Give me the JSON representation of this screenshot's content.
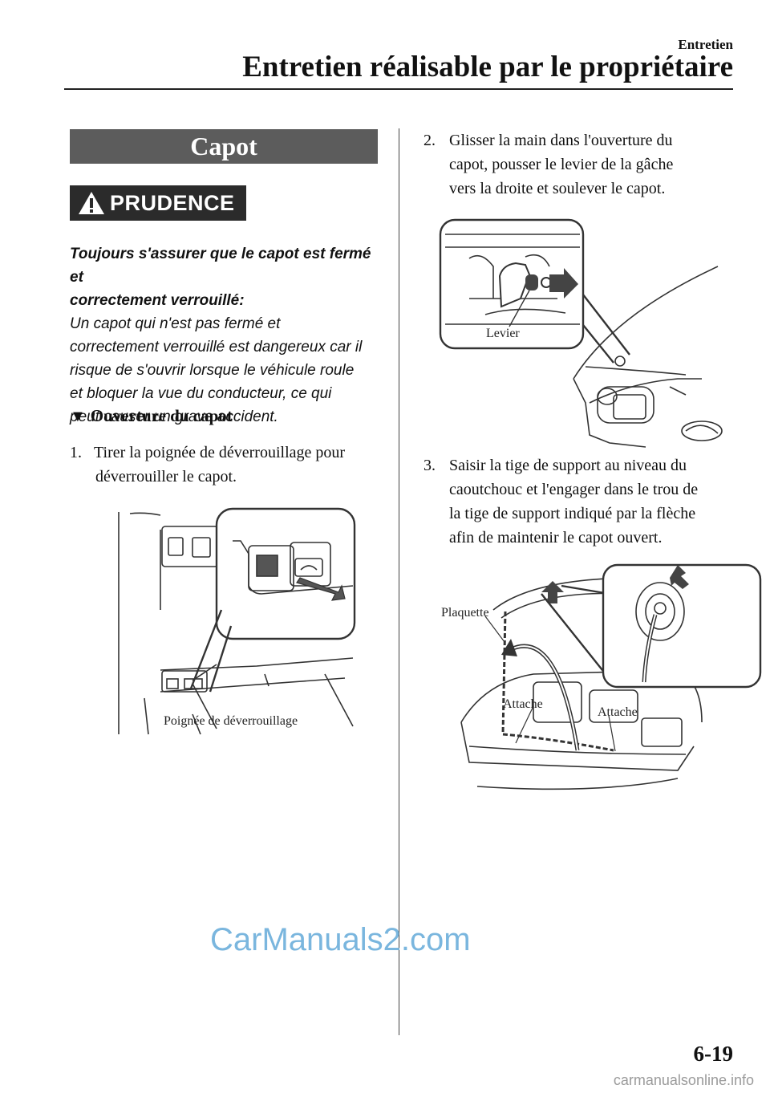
{
  "header": {
    "chapter": "Entretien",
    "title": "Entretien réalisable par le propriétaire"
  },
  "section": {
    "title": "Capot"
  },
  "warning": {
    "label": "PRUDENCE",
    "bold_line1": "Toujours s'assurer que le capot est fermé et",
    "bold_line2": "correctement verrouillé:",
    "line3": "Un capot qui n'est pas fermé et",
    "line4": "correctement verrouillé est dangereux car il",
    "line5": "risque de s'ouvrir lorsque le véhicule roule",
    "line6": "et bloquer la vue du conducteur, ce qui",
    "line7": "peut causer un grave accident."
  },
  "subheading": {
    "marker": "▼",
    "text": "Ouverture du capot"
  },
  "steps": [
    {
      "num": "1.",
      "line1": "Tirer la poignée de déverrouillage pour",
      "line2": "déverrouiller le capot."
    },
    {
      "num": "2.",
      "line1": "Glisser la main dans l'ouverture du",
      "line2": "capot, pousser le levier de la gâche",
      "line3": "vers la droite et soulever le capot."
    },
    {
      "num": "3.",
      "line1": "Saisir la tige de support au niveau du",
      "line2": "caoutchouc et l'engager dans le trou de",
      "line3": "la tige de support indiqué par la flèche",
      "line4": "afin de maintenir le capot ouvert."
    }
  ],
  "figures": {
    "release_handle_label": "Poignée de déverrouillage",
    "lever_label": "Levier",
    "plate_label": "Plaquette",
    "clip_label_1": "Attache",
    "clip_label_2": "Attache"
  },
  "page_number": "6-19",
  "watermark": "CarManuals2.com",
  "footer_site": "carmanualsonline.info"
}
